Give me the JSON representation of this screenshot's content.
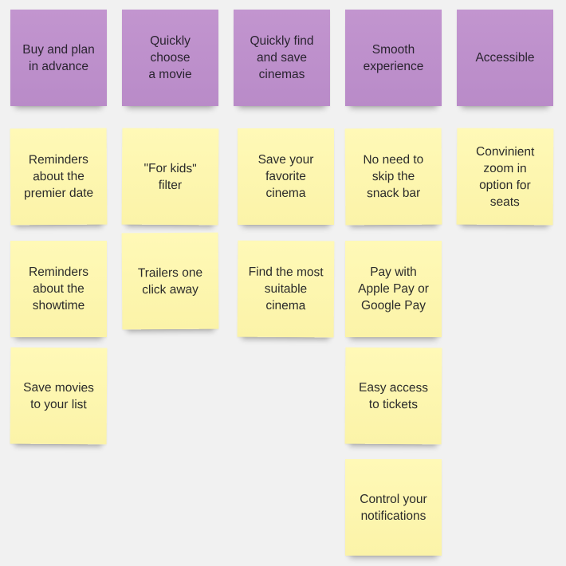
{
  "columns": [
    {
      "header": "Buy and plan\nin advance",
      "notes": [
        "Reminders\nabout the\npremier date",
        "Reminders\nabout the\nshowtime",
        "Save movies\nto your list"
      ]
    },
    {
      "header": "Quickly\nchoose\na movie",
      "notes": [
        "\"For kids\"\nfilter",
        "Trailers one\nclick away"
      ]
    },
    {
      "header": "Quickly find\nand save\ncinemas",
      "notes": [
        "Save your\nfavorite\ncinema",
        "Find the most\nsuitable\ncinema"
      ]
    },
    {
      "header": "Smooth\nexperience",
      "notes": [
        "No need to\nskip the\nsnack bar",
        "Pay with\nApple Pay or\nGoogle Pay",
        "Easy access\nto tickets",
        "Control your\nnotifications"
      ]
    },
    {
      "header": "Accessible",
      "notes": [
        "Convinient\nzoom in\noption for\nseats"
      ]
    }
  ],
  "colors": {
    "header_note": "#bd8fcb",
    "idea_note": "#fdf6ad",
    "background": "#f1f1f1"
  }
}
